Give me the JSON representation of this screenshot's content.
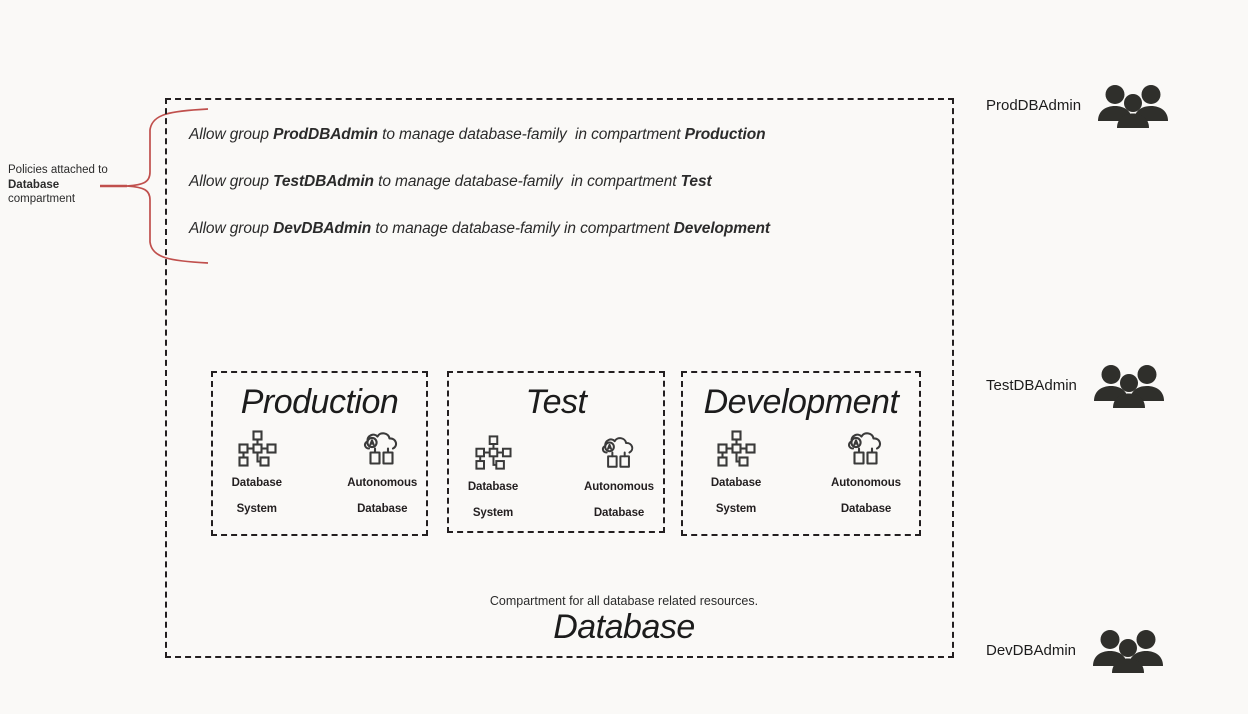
{
  "background_color": "#faf9f7",
  "ink_color": "#231f20",
  "accent_color": "#c0504d",
  "annotation": {
    "line1": "Policies attached to",
    "line2": "Database",
    "line3": "compartment",
    "brace_name": "red-curly-brace"
  },
  "policies": [
    {
      "id": "policy-prod",
      "prefix": "Allow group ",
      "group": "ProdDBAdmin",
      "middle": " to manage database-family  in compartment ",
      "compartment": "Production"
    },
    {
      "id": "policy-test",
      "prefix": "Allow group ",
      "group": "TestDBAdmin",
      "middle": " to manage database-family  in compartment ",
      "compartment": "Test"
    },
    {
      "id": "policy-dev",
      "prefix": "Allow group ",
      "group": "DevDBAdmin",
      "middle": " to manage database-family in compartment ",
      "compartment": "Development"
    }
  ],
  "compartment": {
    "name": "Database",
    "caption": "Compartment for all database related resources."
  },
  "subcompartments": [
    {
      "id": "production",
      "title": "Production",
      "resources": [
        {
          "icon": "database-system-icon",
          "label_line1": "Database",
          "label_line2": "System"
        },
        {
          "icon": "autonomous-database-icon",
          "label_line1": "Autonomous",
          "label_line2": "Database"
        }
      ]
    },
    {
      "id": "test",
      "title": "Test",
      "resources": [
        {
          "icon": "database-system-icon",
          "label_line1": "Database",
          "label_line2": "System"
        },
        {
          "icon": "autonomous-database-icon",
          "label_line1": "Autonomous",
          "label_line2": "Database"
        }
      ]
    },
    {
      "id": "development",
      "title": "Development",
      "resources": [
        {
          "icon": "database-system-icon",
          "label_line1": "Database",
          "label_line2": "System"
        },
        {
          "icon": "autonomous-database-icon",
          "label_line1": "Autonomous",
          "label_line2": "Database"
        }
      ]
    }
  ],
  "groups": [
    {
      "id": "prod",
      "label": "ProdDBAdmin",
      "icon": "user-group-icon"
    },
    {
      "id": "test",
      "label": "TestDBAdmin",
      "icon": "user-group-icon"
    },
    {
      "id": "dev",
      "label": "DevDBAdmin",
      "icon": "user-group-icon"
    }
  ]
}
